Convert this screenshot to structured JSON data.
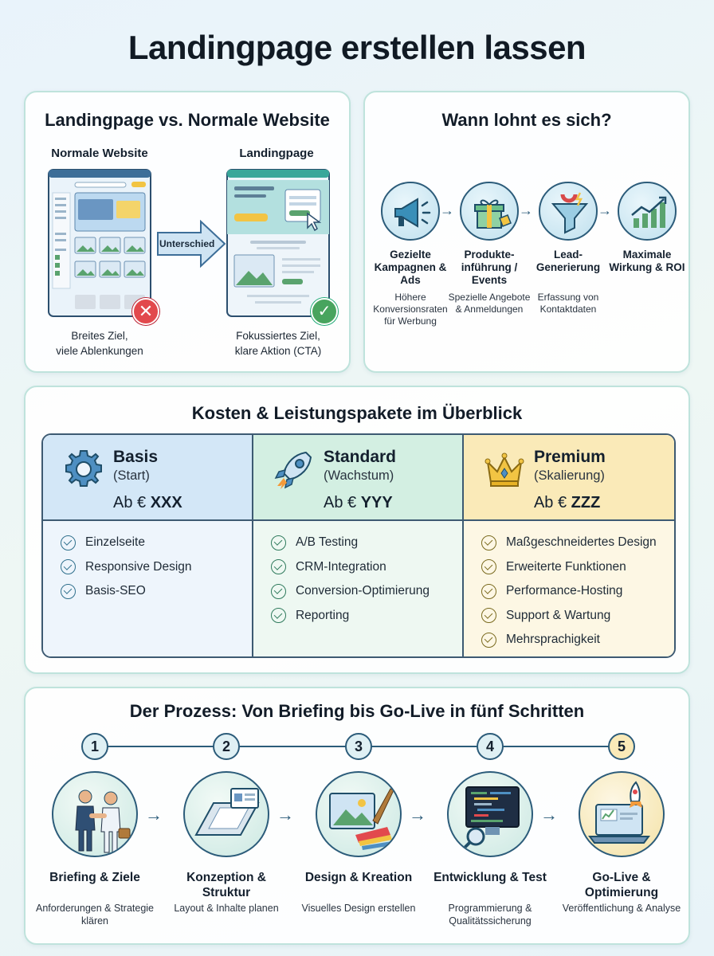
{
  "page": {
    "title": "Landingpage erstellen lassen"
  },
  "compare": {
    "title": "Landingpage vs. Normale Website",
    "left_label": "Normale Website",
    "right_label": "Landingpage",
    "arrow_label": "Unterschied",
    "left_caption": "Breites Ziel,\nviele Ablenkungen",
    "right_caption": "Fokussiertes Ziel,\nklare Aktion (CTA)"
  },
  "when": {
    "title": "Wann lohnt es sich?",
    "items": [
      {
        "title": "Gezielte Kampagnen & Ads",
        "desc": "Höhere Konversionsraten für Werbung",
        "icon": "megaphone-icon"
      },
      {
        "title": "Produkte-inführung / Events",
        "desc": "Spezielle Angebote & Anmeldungen",
        "icon": "gift-icon"
      },
      {
        "title": "Lead-Generierung",
        "desc": "Erfassung von Kontaktdaten",
        "icon": "funnel-magnet-icon"
      },
      {
        "title": "Maximale Wirkung & ROI",
        "desc": "",
        "icon": "growth-chart-icon"
      }
    ]
  },
  "cost": {
    "title": "Kosten & Leistungspakete im Überblick",
    "tiers": [
      {
        "name": "Basis",
        "sub": "(Start)",
        "price_prefix": "Ab € ",
        "price": "XXX",
        "icon": "gear-icon",
        "color_head": "#d3e7f7",
        "color_body": "#eef5fc",
        "color_check": "#2f6f8c",
        "features": [
          "Einzelseite",
          "Responsive Design",
          "Basis-SEO"
        ]
      },
      {
        "name": "Standard",
        "sub": "(Wachstum)",
        "price_prefix": "Ab € ",
        "price": "YYY",
        "icon": "rocket-icon",
        "color_head": "#d3efe2",
        "color_body": "#eef8f2",
        "color_check": "#2f7a5c",
        "features": [
          "A/B Testing",
          "CRM-Integration",
          "Conversion-Optimierung",
          "Reporting"
        ]
      },
      {
        "name": "Premium",
        "sub": "(Skalierung)",
        "price_prefix": "Ab € ",
        "price": "ZZZ",
        "icon": "crown-icon",
        "color_head": "#faeab8",
        "color_body": "#fdf7e4",
        "color_check": "#7a6a1e",
        "features": [
          "Maßgeschneidertes Design",
          "Erweiterte Funktionen",
          "Performance-Hosting",
          "Support & Wartung",
          "Mehrsprachigkeit"
        ]
      }
    ]
  },
  "process": {
    "title": "Der Prozess: Von Briefing bis Go-Live in fünf Schritten",
    "steps": [
      {
        "num": "1",
        "title": "Briefing & Ziele",
        "desc": "Anforderungen & Strategie klären",
        "icon": "handshake-icon"
      },
      {
        "num": "2",
        "title": "Konzeption & Struktur",
        "desc": "Layout & Inhalte planen",
        "icon": "wireframe-icon"
      },
      {
        "num": "3",
        "title": "Design & Kreation",
        "desc": "Visuelles Design erstellen",
        "icon": "design-palette-icon"
      },
      {
        "num": "4",
        "title": "Entwicklung & Test",
        "desc": "Programmierung & Qualitätssicherung",
        "icon": "code-monitor-icon"
      },
      {
        "num": "5",
        "title": "Go-Live & Optimierung",
        "desc": "Veröffentlichung & Analyse",
        "icon": "launch-laptop-icon"
      }
    ]
  }
}
